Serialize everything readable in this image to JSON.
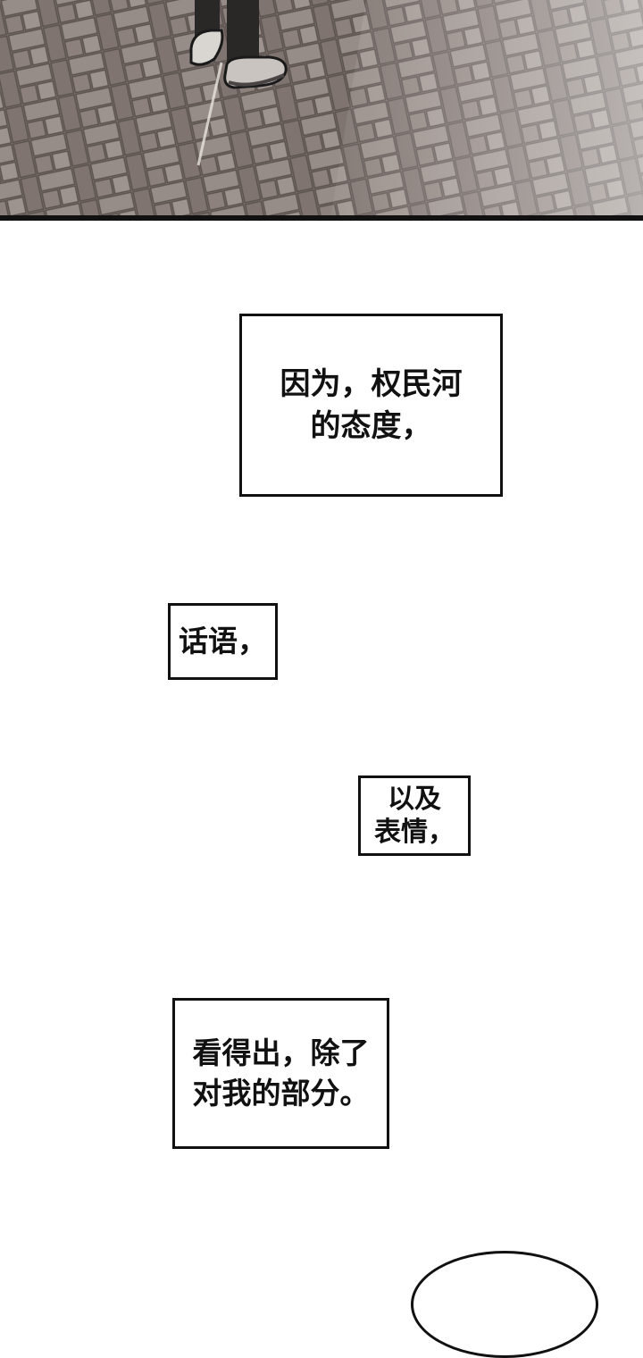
{
  "captions": [
    {
      "text": "因为，权民河\n的态度，"
    },
    {
      "text": "话语，"
    },
    {
      "text": "以及\n表情，"
    },
    {
      "text": "看得出，除了\n对我的部分。"
    }
  ],
  "colors": {
    "pavement_dark": "#7d716d",
    "pavement_light": "#cfc8c2",
    "grout": "#5a514e",
    "ink": "#111111",
    "paper": "#ffffff"
  }
}
